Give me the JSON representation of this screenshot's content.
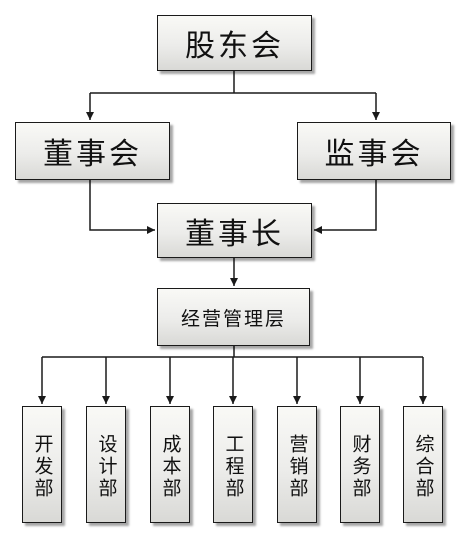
{
  "org_chart": {
    "shareholders": "股东会",
    "board": "董事会",
    "supervisors": "监事会",
    "chairman": "董事长",
    "management": "经营管理层",
    "departments": [
      "开发部",
      "设计部",
      "成本部",
      "工程部",
      "营销部",
      "财务部",
      "综合部"
    ]
  },
  "colors": {
    "line": "#1a1a1a",
    "box_top": "#f9f9f6",
    "box_bottom": "#d9d9d6"
  }
}
